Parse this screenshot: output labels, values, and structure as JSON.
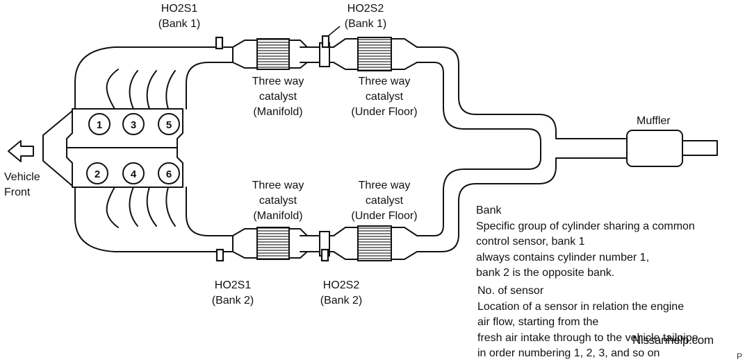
{
  "diagram": {
    "cylinders": [
      "1",
      "3",
      "5",
      "2",
      "4",
      "6"
    ],
    "vehicle_front": [
      "Vehicle",
      "Front"
    ],
    "sensors": {
      "b1s1": [
        "HO2S1",
        "(Bank 1)"
      ],
      "b1s2": [
        "HO2S2",
        "(Bank 1)"
      ],
      "b2s1": [
        "HO2S1",
        "(Bank 2)"
      ],
      "b2s2": [
        "HO2S2",
        "(Bank 2)"
      ]
    },
    "catalysts": {
      "top_manifold": [
        "Three way",
        "catalyst",
        "(Manifold)"
      ],
      "top_underfloor": [
        "Three way",
        "catalyst",
        "(Under Floor)"
      ],
      "bottom_manifold": [
        "Three way",
        "catalyst",
        "(Manifold)"
      ],
      "bottom_underfloor": [
        "Three way",
        "catalyst",
        "(Under Floor)"
      ]
    },
    "muffler": "Muffler"
  },
  "notes": {
    "bank_title": "Bank",
    "bank_lines": [
      "Specific group of cylinder sharing a common",
      "control sensor, bank 1",
      "always contains cylinder number 1,",
      "bank 2 is the opposite bank."
    ],
    "sensor_title": "No. of sensor",
    "sensor_lines": [
      "Location of a sensor in relation the engine",
      "air flow, starting from the",
      "fresh air intake through to the vehicle tailpipe",
      "in order numbering 1, 2, 3, and so on"
    ]
  },
  "watermark": "Nissanhelp.com",
  "corner_mark": "P"
}
